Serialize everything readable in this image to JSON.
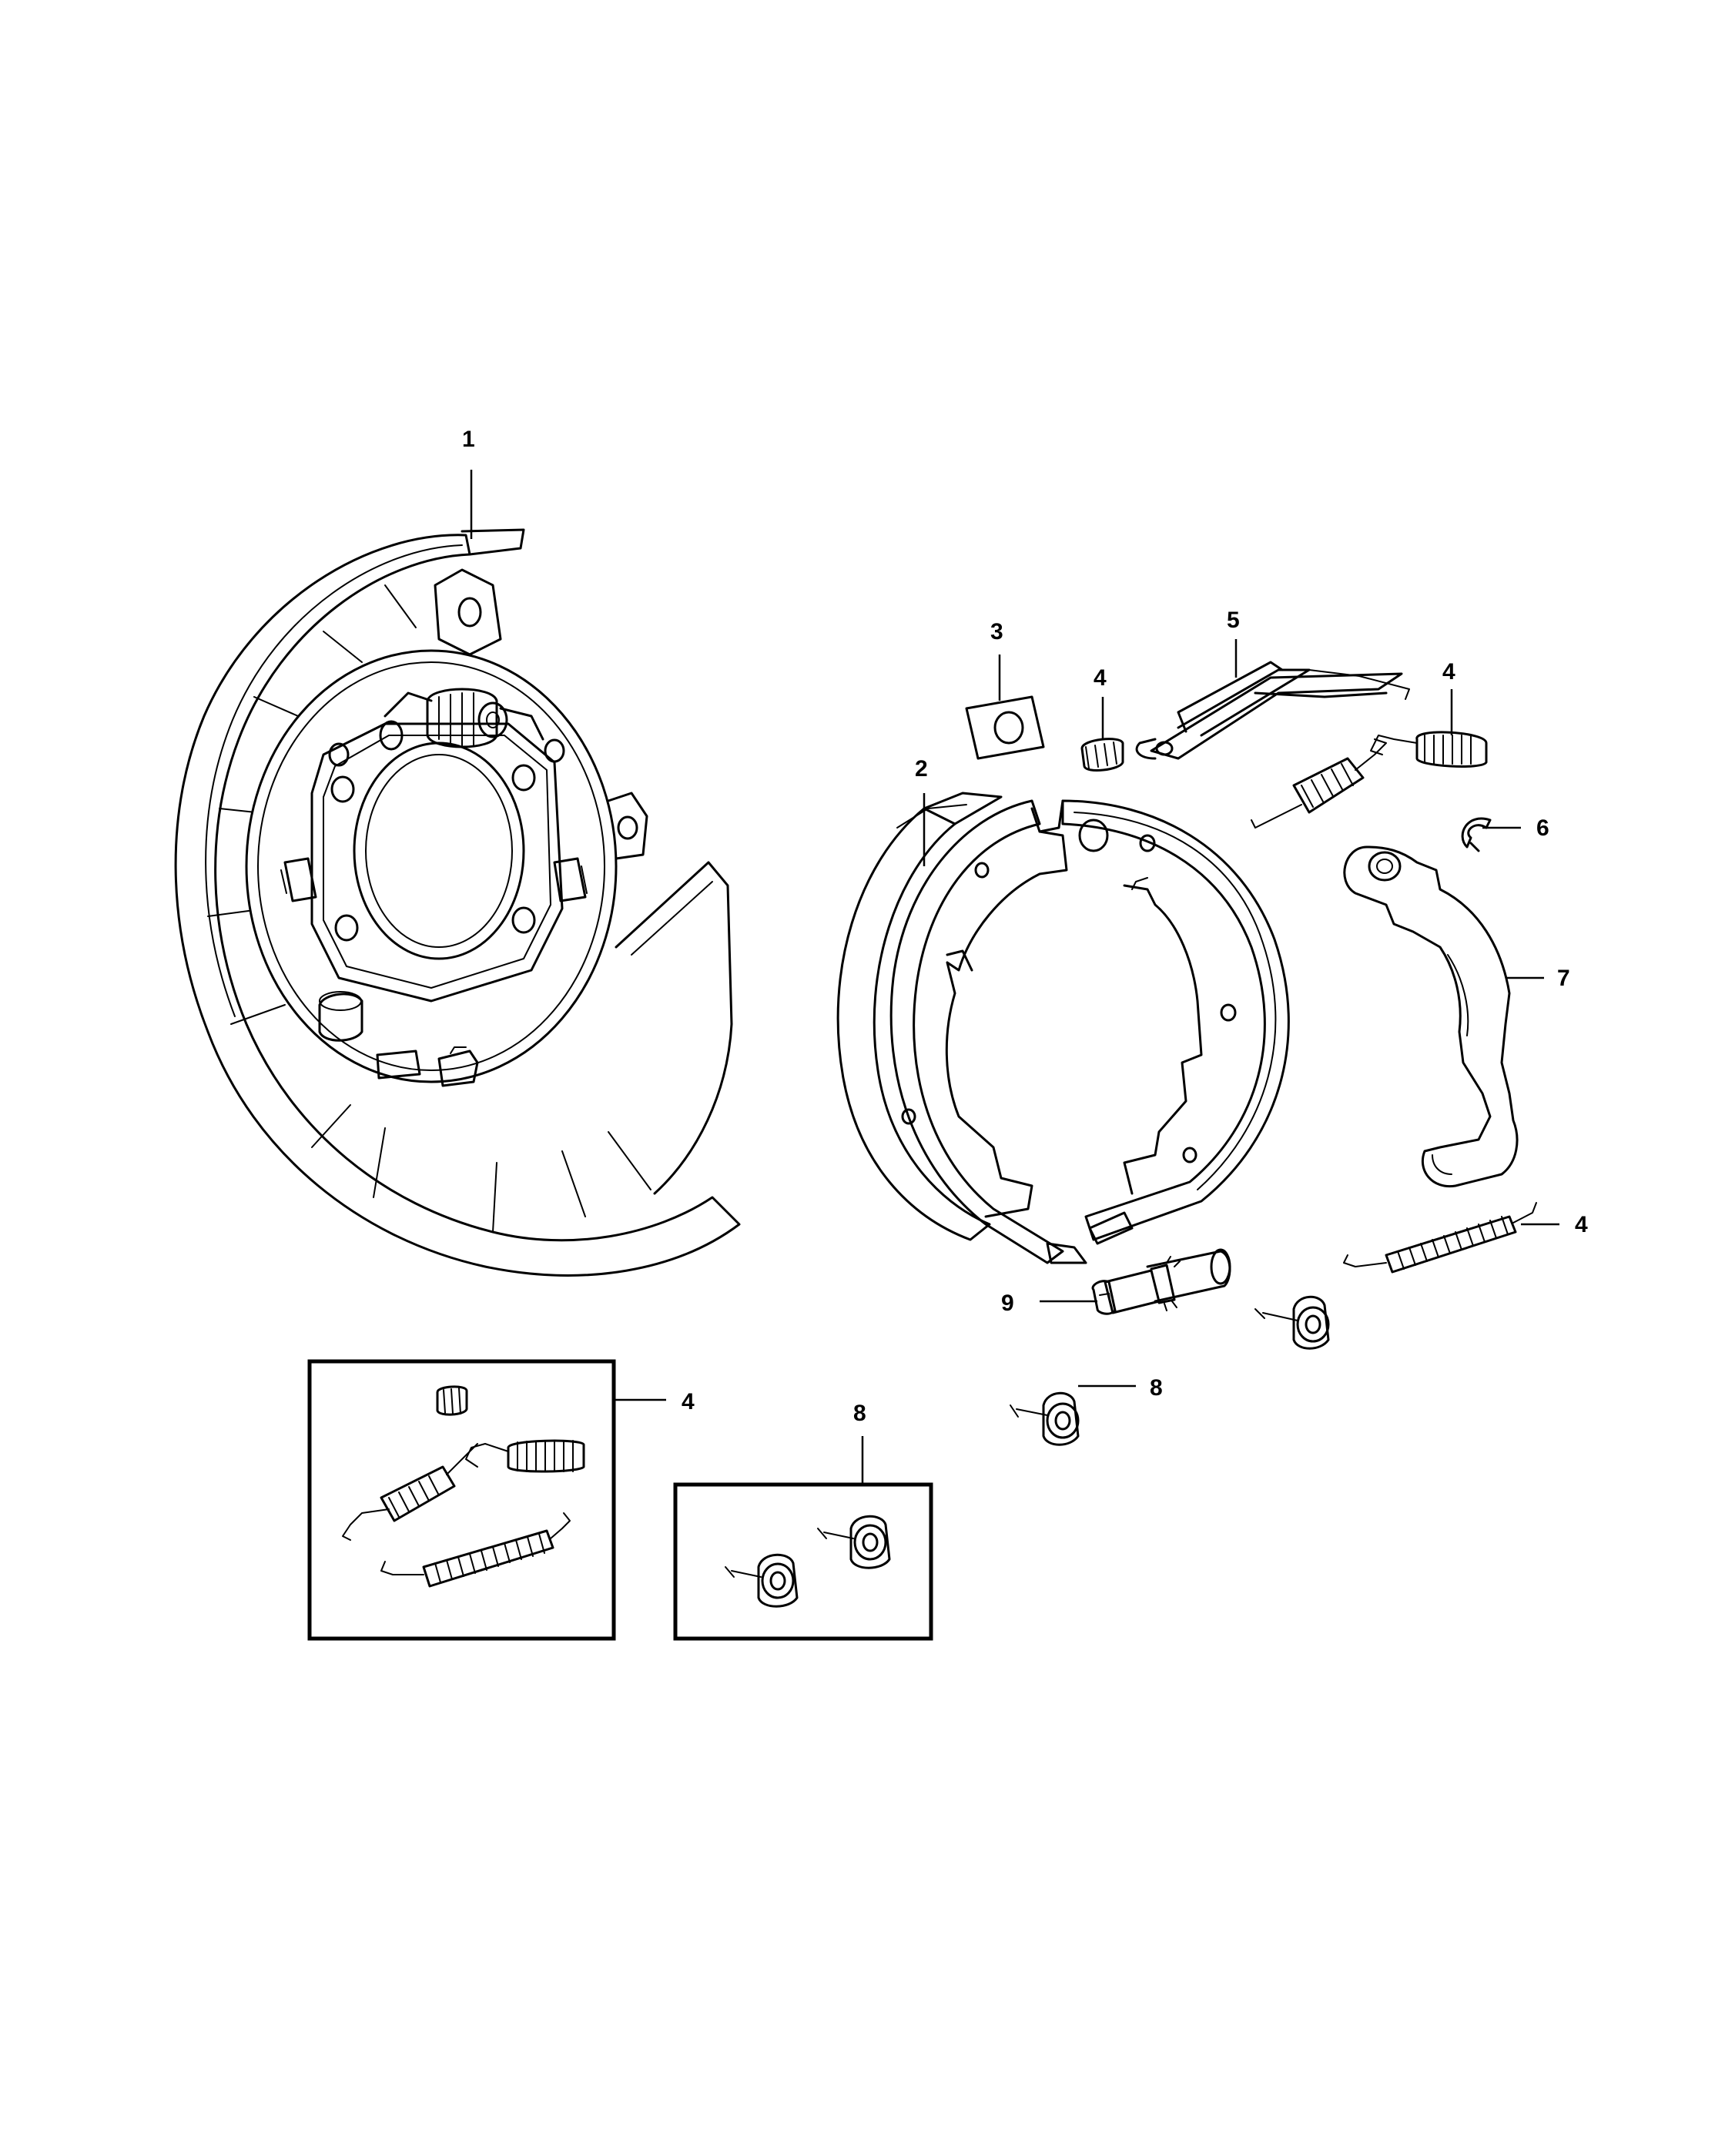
{
  "callouts": {
    "c1": "1",
    "c2": "2",
    "c3": "3",
    "c4a": "4",
    "c4b": "4",
    "c5": "5",
    "c6": "6",
    "c7": "7",
    "c4c": "4",
    "c9": "9",
    "c8a": "8",
    "c4d": "4",
    "c8b": "8"
  },
  "icons": {
    "backing_plate": "backing-plate-icon",
    "brake_shoe": "brake-shoe-icon",
    "spring": "spring-icon",
    "lever": "lever-icon",
    "adjuster": "adjuster-icon",
    "hold_down": "hold-down-icon"
  }
}
